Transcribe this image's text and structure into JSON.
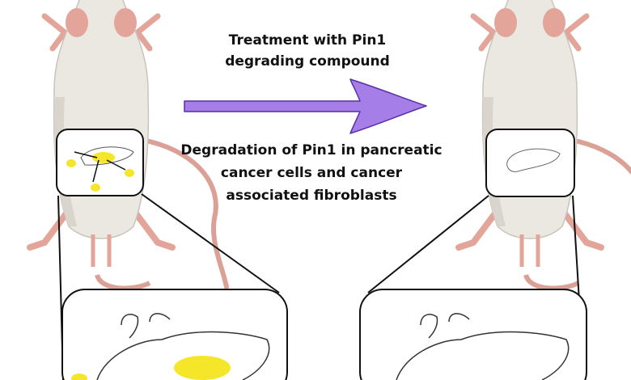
{
  "treatment_label": [
    "Treatment with Pin1",
    "degrading compound"
  ],
  "outcome_label": [
    "Degradation of Pin1 in pancreatic",
    "cancer cells and cancer",
    "associated fibroblasts"
  ],
  "colors": {
    "arrow": "#a67ee8",
    "arrow_stroke": "#5a2ea6",
    "mouse_body": "#ebe8e2",
    "ear_tail": "#e3a49a",
    "tumor": "#f5e629"
  }
}
